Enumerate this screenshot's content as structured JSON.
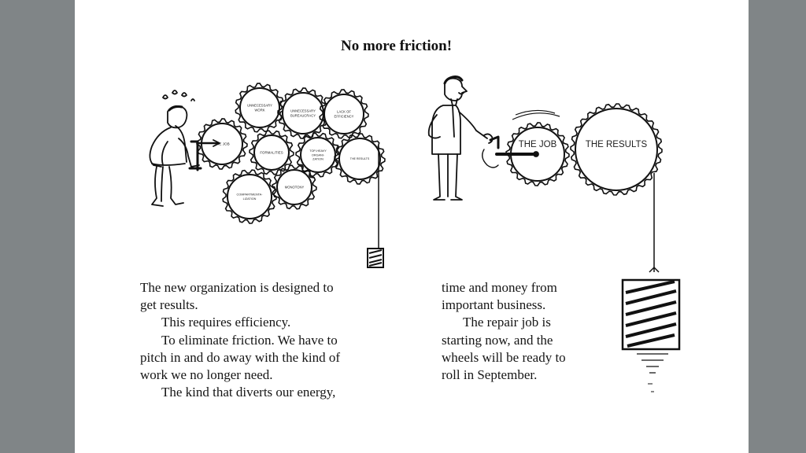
{
  "page": {
    "title": "No more friction!"
  },
  "left_gears": [
    {
      "key": "job",
      "label": [
        "THE JOB"
      ]
    },
    {
      "key": "unnecessary-work",
      "label": [
        "UNNECESSARY",
        "WORK"
      ]
    },
    {
      "key": "unnecessary-bureaucracy",
      "label": [
        "UNNECESSARY",
        "BUREAUCRACY"
      ]
    },
    {
      "key": "lack-of-efficiency",
      "label": [
        "LACK OF",
        "EFFICIENCY"
      ]
    },
    {
      "key": "formalities",
      "label": [
        "FORMALITIES"
      ]
    },
    {
      "key": "top-heavy-organization",
      "label": [
        "TOP-HEAVY",
        "ORGANI-",
        "ZATION"
      ]
    },
    {
      "key": "the-results-small",
      "label": [
        "THE RESULTS"
      ]
    },
    {
      "key": "compartmentalization",
      "label": [
        "COMPARTMENTA-",
        "LIZATION"
      ]
    },
    {
      "key": "monotony",
      "label": [
        "MONOTONY"
      ]
    }
  ],
  "right_gears": {
    "job_label": "THE JOB",
    "results_label": "THE RESULTS"
  },
  "body_text": {
    "left": [
      "The new organization is designed to",
      "get results.",
      "This requires efficiency.",
      "To eliminate friction. We have to",
      "pitch in and do away with the kind of",
      "work we no longer need.",
      "The kind that diverts our energy,"
    ],
    "right": [
      "time and money from",
      "important business.",
      "The repair job is",
      "starting now, and the",
      "wheels will be ready to",
      "roll in September."
    ]
  }
}
